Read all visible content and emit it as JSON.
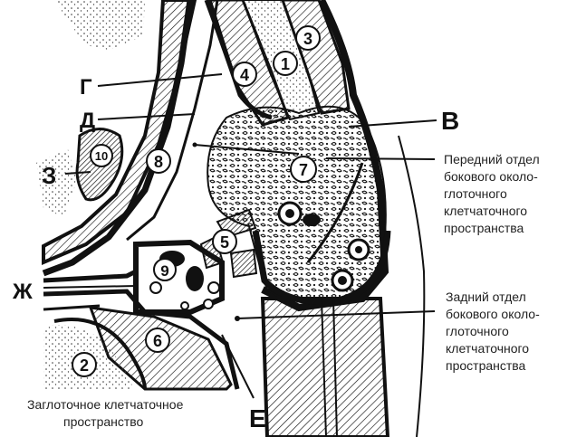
{
  "letters": {
    "g": "Г",
    "d": "Д",
    "z": "З",
    "zh": "Ж",
    "v": "В",
    "e": "Е"
  },
  "numbers": [
    "1",
    "2",
    "3",
    "4",
    "5",
    "6",
    "7",
    "8",
    "9",
    "10"
  ],
  "captions": {
    "anterior": [
      "Передний отдел",
      "бокового около-",
      "глоточного",
      "клетчаточного",
      "пространства"
    ],
    "posterior": [
      "Задний отдел",
      "бокового около-",
      "глоточного",
      "клетчаточного",
      "пространства"
    ],
    "retropharyngeal": [
      "Заглоточное клетчаточное",
      "пространство"
    ]
  }
}
